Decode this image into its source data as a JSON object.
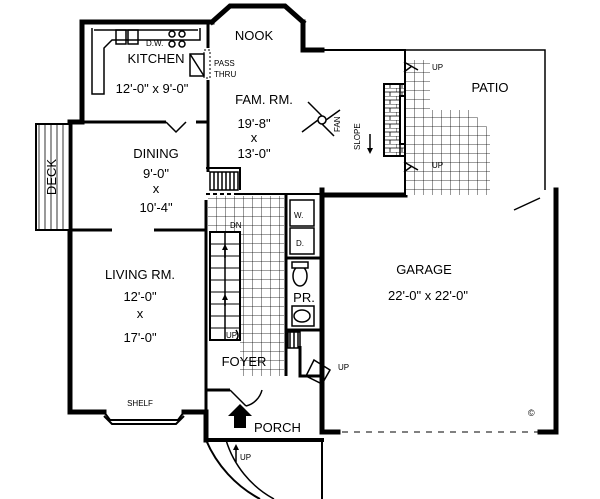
{
  "rooms": {
    "nook": "NOOK",
    "kitchen": {
      "name": "KITCHEN",
      "dims": "12'-0\" x 9'-0\""
    },
    "fam_rm": {
      "name": "FAM. RM.",
      "width": "19'-8\"",
      "x": "x",
      "depth": "13'-0\""
    },
    "dining": {
      "name": "DINING",
      "width": "9'-0\"",
      "x": "x",
      "depth": "10'-4\""
    },
    "living_rm": {
      "name": "LIVING RM.",
      "width": "12'-0\"",
      "x": "x",
      "depth": "17'-0\""
    },
    "garage": {
      "name": "GARAGE",
      "dims": "22'-0\" x 22'-0\""
    },
    "patio": "PATIO",
    "deck": "DECK",
    "foyer": "FOYER",
    "porch": "PORCH",
    "pr": "PR."
  },
  "labels": {
    "dw": "D.W.",
    "pass": "PASS",
    "thru": "THRU",
    "fan": "FAN",
    "slope": "SLOPE",
    "up_patio_top": "UP",
    "up_patio_bottom": "UP",
    "up_stairs": "UP",
    "up_garage": "UP",
    "up_porch": "UP",
    "dn": "DN",
    "washer": "W.",
    "dryer": "D.",
    "shelf": "SHELF",
    "copyright": "©"
  }
}
